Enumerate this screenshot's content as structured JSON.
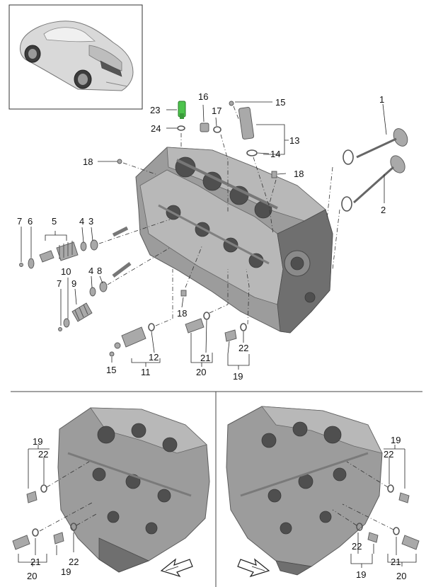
{
  "callouts": {
    "c1": "1",
    "c2": "2",
    "c3": "3",
    "c4a": "4",
    "c4b": "4",
    "c5": "5",
    "c6": "6",
    "c7a": "7",
    "c7b": "7",
    "c8": "8",
    "c9": "9",
    "c10": "10",
    "c11": "11",
    "c12": "12",
    "c13": "13",
    "c14": "14",
    "c15a": "15",
    "c15b": "15",
    "c16": "16",
    "c17": "17",
    "c18a": "18",
    "c18b": "18",
    "c18c": "18",
    "c19a": "19",
    "c19b": "19",
    "c19c": "19",
    "c19d": "19",
    "c20a": "20",
    "c20b": "20",
    "c20c": "20",
    "c21a": "21",
    "c21b": "21",
    "c21c": "21",
    "c22a": "22",
    "c22b": "22",
    "c22c": "22",
    "c22d": "22",
    "c23": "23",
    "c24": "24"
  },
  "colors": {
    "highlight_part": "#4cc34c",
    "casting": "#9c9c9c"
  }
}
